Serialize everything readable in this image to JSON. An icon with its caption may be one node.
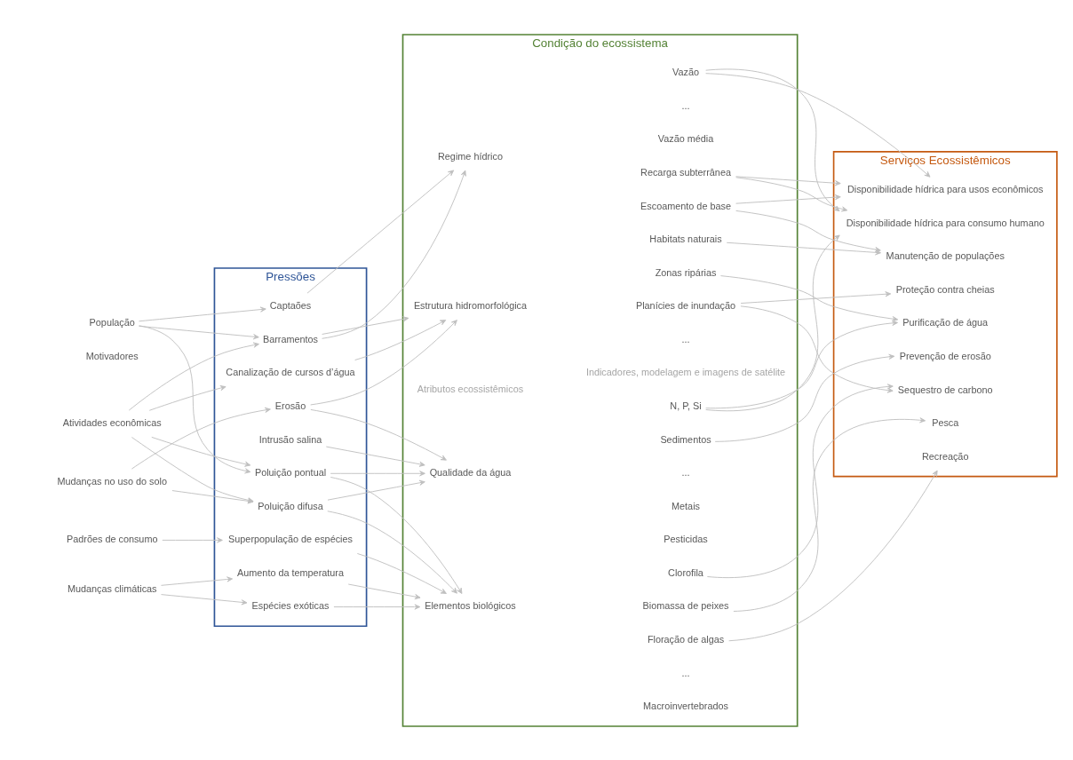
{
  "diagram": {
    "nodes": [
      {
        "text": [
          "População"
        ]
      },
      {
        "text": [
          "Mudanças no uso do solo"
        ]
      },
      {
        "text": [
          "Atividades econômicas"
        ]
      },
      {
        "text": [
          "Padrões de consumo"
        ]
      },
      {
        "text": [
          "Mudanças climáticas"
        ]
      },
      {
        "text": [
          "Pressões"
        ]
      },
      {
        "text": [
          "Barramentos"
        ],
        "in": 5
      },
      {
        "text": [
          "Captaões"
        ],
        "in": 5
      },
      {
        "text": [
          "Poluição difusa"
        ],
        "in": 5
      },
      {
        "text": [
          "Poluição pontual"
        ],
        "in": 5
      },
      {
        "text": [
          "Intrusão salina"
        ],
        "in": 5
      },
      {
        "text": [
          "Erosão"
        ],
        "in": 5
      },
      {
        "text": [
          "Espécies exóticas"
        ],
        "in": 5
      },
      {
        "text": [
          "Superpopulação de espécies"
        ],
        "in": 5
      },
      {
        "text": [
          "Canalização de cursos d’água"
        ],
        "in": 5
      },
      {
        "text": [
          "Aumento da temperatura"
        ],
        "in": 5
      },
      {
        "text": [
          "Condição do ecossistema"
        ]
      },
      {
        "text": [
          "Regime hídrico"
        ],
        "in": 16
      },
      {
        "text": [
          "Qualidade da água"
        ],
        "in": 16
      },
      {
        "text": [
          "Elementos biológicos"
        ],
        "in": 16
      },
      {
        "text": [
          "Estrutura hidromorfológica"
        ],
        "in": 16
      },
      {
        "text": [
          "Vazão"
        ],
        "in": 16
      },
      {
        "text": [
          "Vazão média"
        ],
        "in": 16
      },
      {
        "text": [
          "Recarga subterrânea"
        ],
        "in": 16
      },
      {
        "text": [
          "Escoamento de base"
        ],
        "in": 16
      },
      {
        "text": [
          "..."
        ],
        "in": 16
      },
      {
        "text": [
          "N, P, Si"
        ],
        "in": 16
      },
      {
        "text": [
          "Sedimentos"
        ],
        "in": 16
      },
      {
        "text": [
          "Pesticidas"
        ],
        "in": 16
      },
      {
        "text": [
          "Metais"
        ],
        "in": 16
      },
      {
        "text": [
          "..."
        ],
        "in": 16
      },
      {
        "text": [
          "Clorofila"
        ],
        "in": 16
      },
      {
        "text": [
          "Floração de algas"
        ],
        "in": 16
      },
      {
        "text": [
          "Biomassa de peixes"
        ],
        "in": 16
      },
      {
        "text": [
          "Macroinvertebrados"
        ],
        "in": 16
      },
      {
        "text": [
          "..."
        ],
        "in": 16
      },
      {
        "text": [
          "Habitats naturais"
        ],
        "in": 16
      },
      {
        "text": [
          "Planícies de inundação"
        ],
        "in": 16
      },
      {
        "text": [
          "Zonas ripárias"
        ],
        "in": 16
      },
      {
        "text": [
          "..."
        ],
        "in": 16
      },
      {
        "text": [
          "Serviços Ecossistêmicos"
        ]
      },
      {
        "text": [
          "Disponibilidade hídrica para usos econômicos"
        ],
        "in": 40
      },
      {
        "text": [
          "Disponibilidade hídrica para consumo humano"
        ],
        "in": 40
      },
      {
        "text": [
          "Pesca"
        ],
        "in": 40
      },
      {
        "text": [
          "Purificação de água"
        ],
        "in": 40
      },
      {
        "text": [
          "Prevenção de erosão"
        ],
        "in": 40
      },
      {
        "text": [
          "Proteção contra cheias"
        ],
        "in": 40
      },
      {
        "text": [
          "Manutenção de populações"
        ],
        "in": 40
      },
      {
        "text": [
          "Sequestro de carbono"
        ],
        "in": 40
      },
      {
        "text": [
          "Recreação"
        ],
        "in": 40
      }
    ],
    "edges": [
      {
        "from": 0,
        "to": 6,
        "arrow": "to"
      },
      {
        "from": 0,
        "to": 7,
        "arrow": "to"
      },
      {
        "from": 0,
        "to": 9,
        "arrow": "to"
      },
      {
        "from": 1,
        "to": 8,
        "arrow": "to"
      },
      {
        "from": 1,
        "to": 11,
        "arrow": "to"
      },
      {
        "from": 2,
        "to": 6,
        "arrow": "to"
      },
      {
        "from": 2,
        "to": 8,
        "arrow": "to"
      },
      {
        "from": 2,
        "to": 9,
        "arrow": "to"
      },
      {
        "from": 2,
        "to": 14,
        "arrow": "to"
      },
      {
        "from": 3,
        "to": 13,
        "arrow": "to"
      },
      {
        "from": 4,
        "to": 12,
        "arrow": "to"
      },
      {
        "from": 4,
        "to": 15,
        "arrow": "to"
      },
      {
        "from": 6,
        "to": 17,
        "arrow": "to"
      },
      {
        "from": 6,
        "to": 20,
        "arrow": "to"
      },
      {
        "from": 7,
        "to": 17,
        "arrow": "to"
      },
      {
        "from": 8,
        "to": 18,
        "arrow": "to"
      },
      {
        "from": 8,
        "to": 19,
        "arrow": "to"
      },
      {
        "from": 9,
        "to": 18,
        "arrow": "to"
      },
      {
        "from": 9,
        "to": 19,
        "arrow": "to"
      },
      {
        "from": 10,
        "to": 18,
        "arrow": "to"
      },
      {
        "from": 11,
        "to": 18,
        "arrow": "to"
      },
      {
        "from": 11,
        "to": 20,
        "arrow": "to"
      },
      {
        "from": 12,
        "to": 19,
        "arrow": "to"
      },
      {
        "from": 13,
        "to": 19,
        "arrow": "to"
      },
      {
        "from": 14,
        "to": 20,
        "arrow": "to"
      },
      {
        "from": 15,
        "to": 19,
        "arrow": "to"
      },
      {
        "from": 21,
        "to": 41,
        "arrow": "to"
      },
      {
        "from": 21,
        "to": 42,
        "arrow": "to"
      },
      {
        "from": 23,
        "to": 41,
        "arrow": "to"
      },
      {
        "from": 23,
        "to": 42,
        "arrow": "to"
      },
      {
        "from": 24,
        "to": 41,
        "arrow": "to"
      },
      {
        "from": 24,
        "to": 47,
        "arrow": "to"
      },
      {
        "from": 26,
        "to": 42,
        "arrow": "to"
      },
      {
        "from": 26,
        "to": 44,
        "arrow": "to"
      },
      {
        "from": 27,
        "to": 45,
        "arrow": "to"
      },
      {
        "from": 33,
        "to": 43,
        "arrow": "to"
      },
      {
        "from": 38,
        "to": 44,
        "arrow": "to"
      },
      {
        "from": 31,
        "to": 48,
        "arrow": "to"
      },
      {
        "from": 32,
        "to": 49,
        "arrow": "to"
      },
      {
        "from": 36,
        "to": 47,
        "arrow": "to"
      },
      {
        "from": 37,
        "to": 46,
        "arrow": "to"
      },
      {
        "from": 37,
        "to": 48,
        "arrow": "to"
      }
    ],
    "labels": [
      "Motivadores",
      "Atributos ecossistêmicos",
      "Indicadores, modelagem e imagens de satélite"
    ]
  }
}
